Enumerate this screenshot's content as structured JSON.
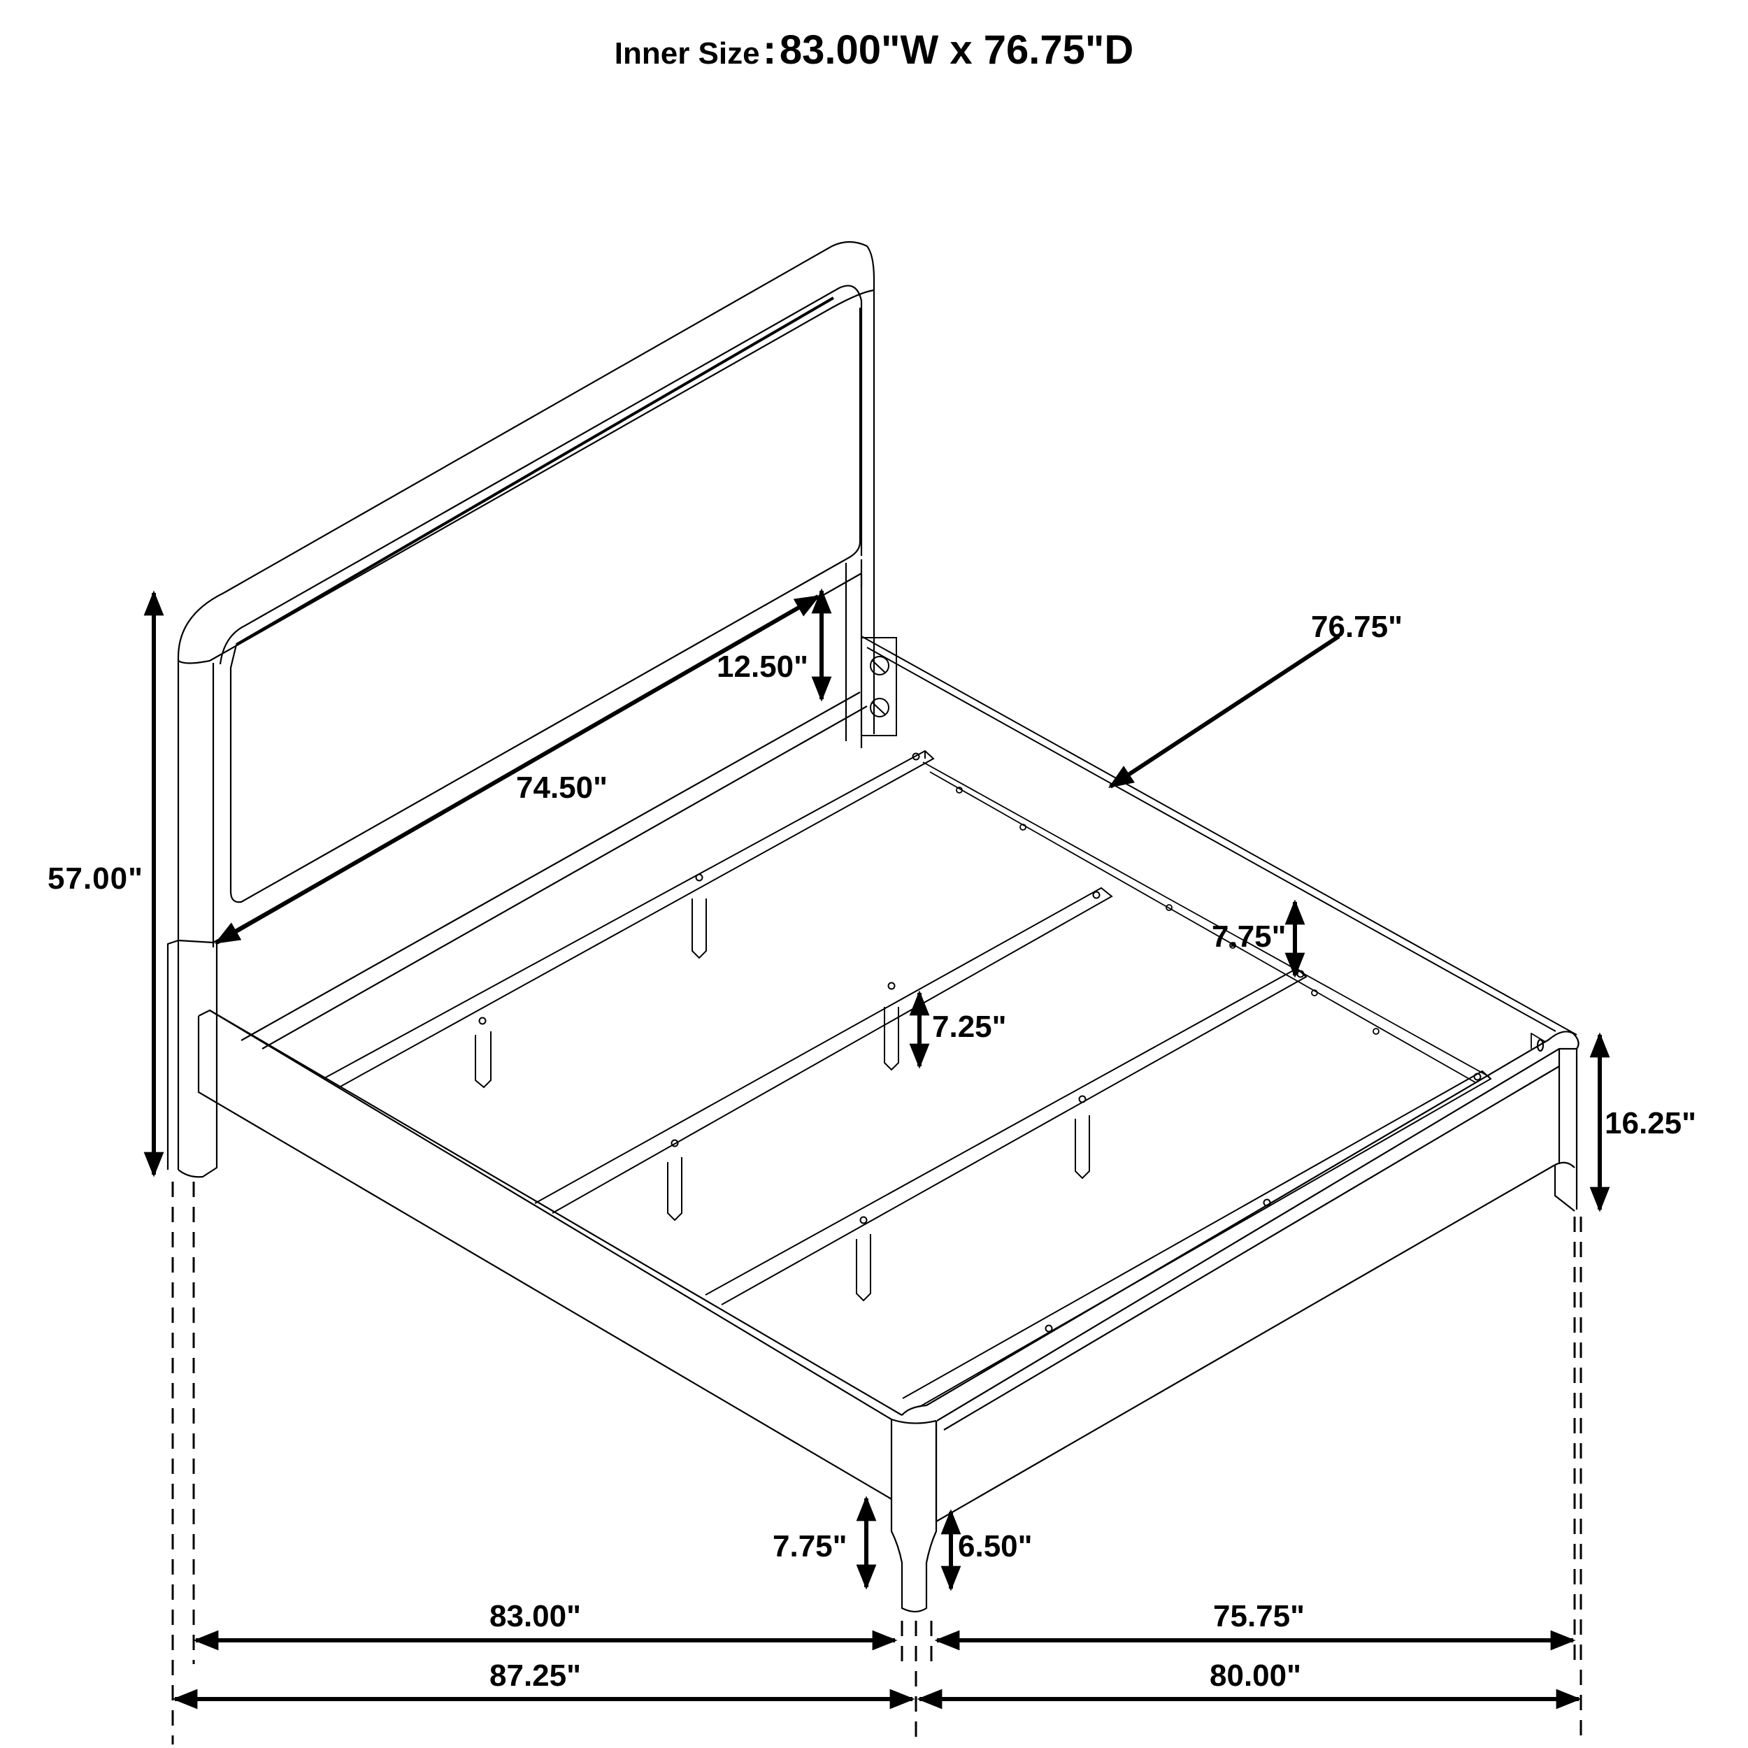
{
  "title": {
    "label": "Inner Size",
    "separator": ":",
    "value": "83.00\"W x 76.75\"D"
  },
  "dimensions": {
    "overall_height": "57.00\"",
    "headboard_panel_width": "74.50\"",
    "headboard_panel_clearance": "12.50\"",
    "inner_depth_callout": "76.75\"",
    "rail_height": "7.75\"",
    "slat_support_leg": "7.25\"",
    "footboard_height": "16.25\"",
    "front_leg_clearance_left": "7.75\"",
    "front_leg_clearance_right": "6.50\"",
    "inner_width": "83.00\"",
    "overall_width": "87.25\"",
    "inner_length": "75.75\"",
    "overall_length": "80.00\""
  },
  "colors": {
    "line": "#000000",
    "background": "#ffffff"
  }
}
